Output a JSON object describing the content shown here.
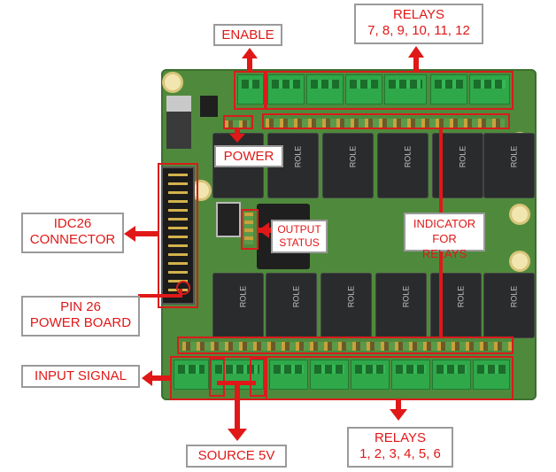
{
  "labels": {
    "enable": "ENABLE",
    "relays_top_line1": "RELAYS",
    "relays_top_line2": "7, 8, 9, 10, 11, 12",
    "power": "POWER",
    "idc26_line1": "IDC26",
    "idc26_line2": "CONNECTOR",
    "pin26_line1": "PIN 26",
    "pin26_line2": "POWER BOARD",
    "output_line1": "OUTPUT",
    "output_line2": "STATUS",
    "indicator_line1": "INDICATOR",
    "indicator_line2": "FOR RELAYS",
    "input_signal": "INPUT SIGNAL",
    "source": "SOURCE 5V",
    "relays_bottom_line1": "RELAYS",
    "relays_bottom_line2": "1, 2, 3, 4, 5, 6"
  },
  "relay_marking": "ROLE",
  "colors": {
    "annotation_red": "#e01818",
    "board_green": "#4f8a3c",
    "terminal_green": "#2fa84a"
  }
}
